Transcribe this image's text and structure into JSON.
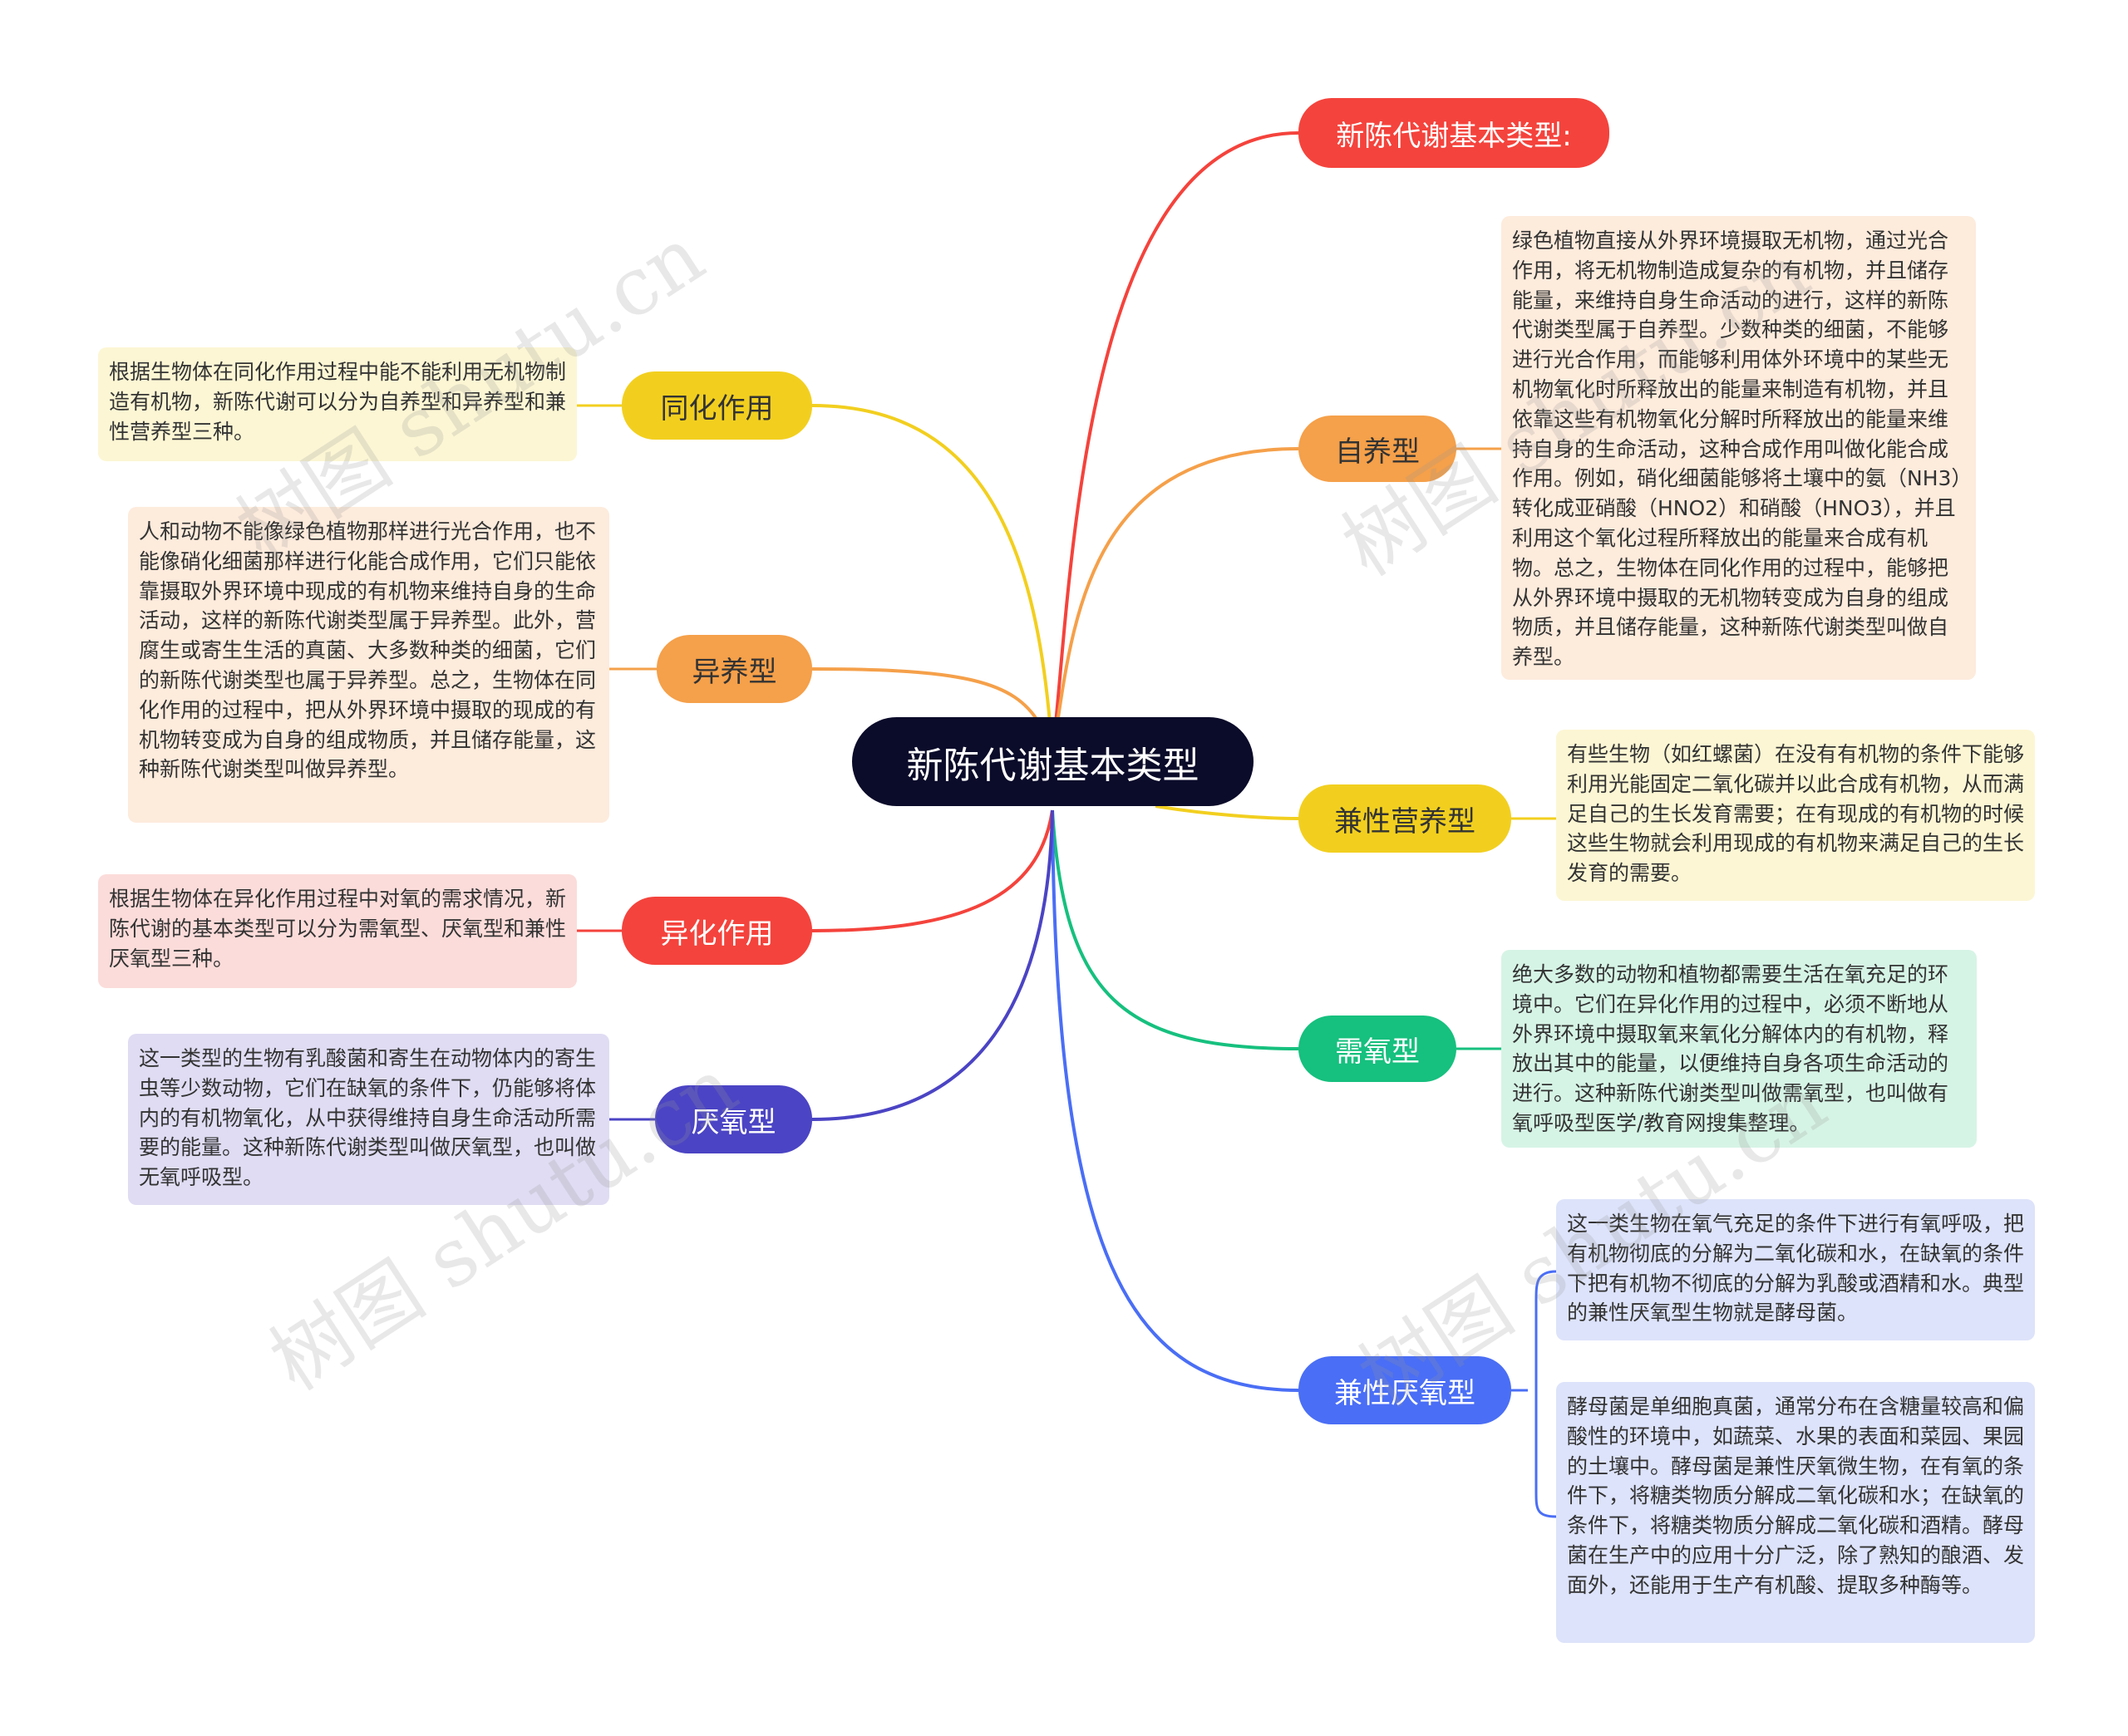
{
  "root": {
    "label": "新陈代谢基本类型"
  },
  "colors": {
    "root_bg": "#0b0b2a",
    "red": "#f4433c",
    "orange": "#f5a04a",
    "yellow": "#f2cf1f",
    "green": "#16c07e",
    "purple": "#4b44c4",
    "blue": "#4a6ef5"
  },
  "branches": {
    "intro": {
      "label": "新陈代谢基本类型:"
    },
    "autotroph": {
      "label": "自养型",
      "note": "绿色植物直接从外界环境摄取无机物，通过光合作用，将无机物制造成复杂的有机物，并且储存能量，来维持自身生命活动的进行，这样的新陈代谢类型属于自养型。少数种类的细菌，不能够进行光合作用，而能够利用体外环境中的某些无机物氧化时所释放出的能量来制造有机物，并且依靠这些有机物氧化分解时所释放出的能量来维持自身的生命活动，这种合成作用叫做化能合成作用。例如，硝化细菌能够将土壤中的氨（NH3）转化成亚硝酸（HNO2）和硝酸（HNO3），并且利用这个氧化过程所释放出的能量来合成有机物。总之，生物体在同化作用的过程中，能够把从外界环境中摄取的无机物转变成为自身的组成物质，并且储存能量，这种新陈代谢类型叫做自养型。"
    },
    "mixotroph": {
      "label": "兼性营养型",
      "note": "有些生物（如红螺菌）在没有有机物的条件下能够利用光能固定二氧化碳并以此合成有机物，从而满足自己的生长发育需要；在有现成的有机物的时候这些生物就会利用现成的有机物来满足自己的生长发育的需要。"
    },
    "aerobic": {
      "label": "需氧型",
      "note": "绝大多数的动物和植物都需要生活在氧充足的环境中。它们在异化作用的过程中，必须不断地从外界环境中摄取氧来氧化分解体内的有机物，释放出其中的能量，以便维持自身各项生命活动的进行。这种新陈代谢类型叫做需氧型，也叫做有氧呼吸型医学/教育网搜集整理。"
    },
    "facultative": {
      "label": "兼性厌氧型",
      "note1": "这一类生物在氧气充足的条件下进行有氧呼吸，把有机物彻底的分解为二氧化碳和水，在缺氧的条件下把有机物不彻底的分解为乳酸或酒精和水。典型的兼性厌氧型生物就是酵母菌。",
      "note2": "酵母菌是单细胞真菌，通常分布在含糖量较高和偏酸性的环境中，如蔬菜、水果的表面和菜园、果园的土壤中。酵母菌是兼性厌氧微生物，在有氧的条件下，将糖类物质分解成二氧化碳和水；在缺氧的条件下，将糖类物质分解成二氧化碳和酒精。酵母菌在生产中的应用十分广泛，除了熟知的酿酒、发面外，还能用于生产有机酸、提取多种酶等。"
    },
    "assimilation": {
      "label": "同化作用",
      "note": "根据生物体在同化作用过程中能不能利用无机物制造有机物，新陈代谢可以分为自养型和异养型和兼性营养型三种。"
    },
    "heterotroph": {
      "label": "异养型",
      "note": "人和动物不能像绿色植物那样进行光合作用，也不能像硝化细菌那样进行化能合成作用，它们只能依靠摄取外界环境中现成的有机物来维持自身的生命活动，这样的新陈代谢类型属于异养型。此外，营腐生或寄生生活的真菌、大多数种类的细菌，它们的新陈代谢类型也属于异养型。总之，生物体在同化作用的过程中，把从外界环境中摄取的现成的有机物转变成为自身的组成物质，并且储存能量，这种新陈代谢类型叫做异养型。"
    },
    "dissimilation": {
      "label": "异化作用",
      "note": "根据生物体在异化作用过程中对氧的需求情况，新陈代谢的基本类型可以分为需氧型、厌氧型和兼性厌氧型三种。"
    },
    "anaerobic": {
      "label": "厌氧型",
      "note": "这一类型的生物有乳酸菌和寄生在动物体内的寄生虫等少数动物，它们在缺氧的条件下，仍能够将体内的有机物氧化，从中获得维持自身生命活动所需要的能量。这种新陈代谢类型叫做厌氧型，也叫做无氧呼吸型。"
    }
  },
  "watermark": {
    "text": "树图 shutu.cn"
  }
}
